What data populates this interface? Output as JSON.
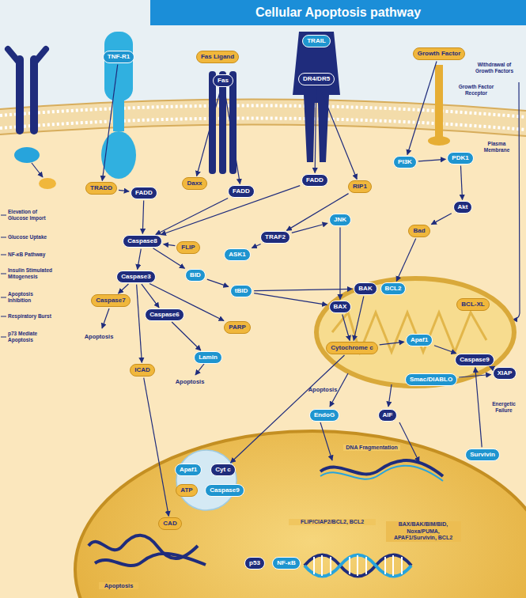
{
  "diagram": {
    "title": "Cellular Apoptosis pathway",
    "nodes": [
      {
        "text": [
          "TNF-R1"
        ]
      },
      {
        "text": [
          "Fas Ligand"
        ]
      },
      {
        "text": [
          "Fas"
        ]
      },
      {
        "text": [
          "TRAIL"
        ]
      },
      {
        "text": [
          "DR4/DR5"
        ]
      },
      {
        "text": [
          "Growth Factor"
        ]
      },
      {
        "text": [
          "TRADD"
        ]
      },
      {
        "text": [
          "FADD"
        ]
      },
      {
        "text": [
          "Daxx"
        ]
      },
      {
        "text": [
          "FADD"
        ]
      },
      {
        "text": [
          "FADD"
        ]
      },
      {
        "text": [
          "RIP1"
        ]
      },
      {
        "text": [
          "PI3K"
        ]
      },
      {
        "text": [
          "PDK1"
        ]
      },
      {
        "text": [
          "Akt"
        ]
      },
      {
        "text": [
          "Bad"
        ]
      },
      {
        "text": [
          "Caspase8"
        ]
      },
      {
        "text": [
          "FLIP"
        ]
      },
      {
        "text": [
          "Caspase3"
        ]
      },
      {
        "text": [
          "BID"
        ]
      },
      {
        "text": [
          "ASK1"
        ]
      },
      {
        "text": [
          "TRAF2"
        ]
      },
      {
        "text": [
          "JNK"
        ]
      },
      {
        "text": [
          "Caspase7"
        ]
      },
      {
        "text": [
          "Caspase6"
        ]
      },
      {
        "text": [
          "tBID"
        ]
      },
      {
        "text": [
          "PARP"
        ]
      },
      {
        "text": [
          "Lamin"
        ]
      },
      {
        "text": [
          "ICAD"
        ]
      },
      {
        "text": [
          "BAX"
        ]
      },
      {
        "text": [
          "BAK"
        ]
      },
      {
        "text": [
          "BCL2"
        ]
      },
      {
        "text": [
          "BCL-XL"
        ]
      },
      {
        "text": [
          "Cytochrome c"
        ]
      },
      {
        "text": [
          "Apaf1"
        ]
      },
      {
        "text": [
          "Caspase9"
        ]
      },
      {
        "text": [
          "Smac/DIABLO"
        ]
      },
      {
        "text": [
          "XIAP"
        ]
      },
      {
        "text": [
          "AIF"
        ]
      },
      {
        "text": [
          "EndoG"
        ]
      },
      {
        "text": [
          "Survivin"
        ]
      },
      {
        "text": [
          "p53"
        ]
      },
      {
        "text": [
          "NF-κB"
        ]
      },
      {
        "text": [
          "CAD"
        ]
      },
      {
        "text": [
          "Apaf1"
        ]
      },
      {
        "text": [
          "Cyt c"
        ]
      },
      {
        "text": [
          "ATP"
        ]
      },
      {
        "text": [
          "Caspase9"
        ]
      }
    ],
    "edges": [
      {
        "from": 0,
        "to": 6,
        "arrow": "to"
      },
      {
        "from": 6,
        "to": 7,
        "arrow": "to"
      },
      {
        "from": 2,
        "to": 8,
        "arrow": "to"
      },
      {
        "from": 2,
        "to": 9,
        "arrow": "to"
      },
      {
        "from": 9,
        "to": 16,
        "arrow": "to"
      },
      {
        "from": 7,
        "to": 16,
        "arrow": "to"
      },
      {
        "from": 4,
        "to": 10,
        "arrow": "to"
      },
      {
        "from": 10,
        "to": 16,
        "arrow": "to"
      },
      {
        "from": 4,
        "to": 11,
        "arrow": "to"
      },
      {
        "from": 11,
        "to": 21,
        "arrow": "to"
      },
      {
        "from": 21,
        "to": 20,
        "arrow": "to"
      },
      {
        "from": 21,
        "to": 22,
        "arrow": "to"
      },
      {
        "from": 17,
        "to": 16,
        "arrow": "to"
      },
      {
        "from": 16,
        "to": 18,
        "arrow": "to"
      },
      {
        "from": 16,
        "to": 19,
        "arrow": "to"
      },
      {
        "from": 19,
        "to": 25,
        "arrow": "to"
      },
      {
        "from": 25,
        "to": 29,
        "arrow": "to"
      },
      {
        "from": 25,
        "to": 30,
        "arrow": "to"
      },
      {
        "from": 22,
        "to": 29,
        "arrow": "to"
      },
      {
        "from": 5,
        "to": 12,
        "arrow": "to"
      },
      {
        "from": 12,
        "to": 13,
        "arrow": "to"
      },
      {
        "from": 13,
        "to": 14,
        "arrow": "to"
      },
      {
        "from": 14,
        "to": 15,
        "arrow": "to"
      },
      {
        "from": 15,
        "to": 31,
        "arrow": "to"
      },
      {
        "from": 29,
        "to": 33,
        "arrow": "to"
      },
      {
        "from": 30,
        "to": 33,
        "arrow": "to"
      },
      {
        "from": 33,
        "to": 34,
        "arrow": "to"
      },
      {
        "from": 34,
        "to": 35,
        "arrow": "to"
      },
      {
        "from": 18,
        "to": 23,
        "arrow": "to"
      },
      {
        "from": 18,
        "to": 24,
        "arrow": "to"
      },
      {
        "from": 18,
        "to": 26,
        "arrow": "to"
      },
      {
        "from": 18,
        "to": 28,
        "arrow": "to"
      },
      {
        "from": 24,
        "to": 27,
        "arrow": "to"
      },
      {
        "from": 36,
        "to": 37,
        "arrow": "to"
      },
      {
        "from": 37,
        "to": 35,
        "arrow": "to"
      },
      {
        "from": 40,
        "to": 35,
        "arrow": "to"
      },
      {
        "from": 33,
        "to": 45,
        "arrow": "to"
      },
      {
        "from": 28,
        "to": 43,
        "arrow": "to"
      }
    ],
    "labels": [
      "Withdrawal of Growth Factors",
      "Growth Factor Receptor",
      "Plasma Membrane",
      "Elevation of Glucose Import",
      "Glucose Uptake",
      "NF-κB Pathway",
      "Insulin Stimulated Mitogenesis",
      "Apoptosis Inhibition",
      "Respiratory Burst",
      "p73 Mediate Apoptosis",
      "Apoptosis",
      "Apoptosis",
      "Apoptosis",
      "Apoptosis",
      "FLIP/CIAP2/BCL2, BCL2",
      "BAX/BAK/BIM/BID, Noxa/PUMA, APAF1/Survivin, BCL2",
      "DNA Fragmentation",
      "Energetic Failure"
    ]
  }
}
